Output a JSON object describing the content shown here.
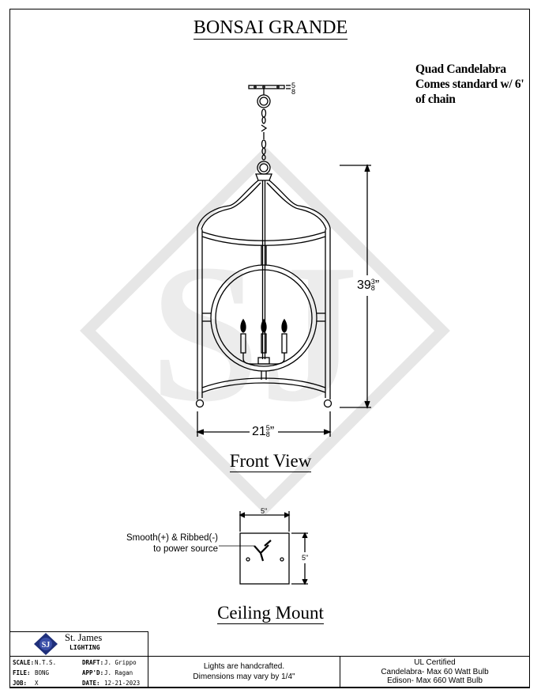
{
  "title": "BONSAI GRANDE",
  "note_lines": [
    "Quad Candelabra",
    "Comes standard w/ 6'",
    "of chain"
  ],
  "front_view": {
    "label": "Front View",
    "height_dim": "39",
    "height_frac_num": "3",
    "height_frac_den": "8",
    "width_dim": "21",
    "width_frac_num": "5",
    "width_frac_den": "8",
    "canopy_frac_num": "5",
    "canopy_frac_den": "8",
    "watermark": "SJ"
  },
  "ceiling_mount": {
    "label": "Ceiling Mount",
    "width_dim": "5\"",
    "height_dim": "5\"",
    "callout_line1": "Smooth(+) & Ribbed(-)",
    "callout_line2": "to power source"
  },
  "title_block": {
    "company_line1": "St. James",
    "company_line2": "LIGHTING",
    "logo_text": "SJ",
    "scale_key": "SCALE:",
    "scale_val": "N.T.S.",
    "draft_key": "DRAFT:",
    "draft_val": "J. Grippo",
    "file_key": "FILE:",
    "file_val": "BONG",
    "appd_key": "APP'D:",
    "appd_val": "J. Ragan",
    "job_key": "JOB:",
    "job_val": "X",
    "date_key": "DATE:",
    "date_val": "12-21-2023",
    "center_line1": "Lights are handcrafted.",
    "center_line2": "Dimensions may vary by 1/4\"",
    "right_line1": "UL Certified",
    "right_line2": "Candelabra- Max 60 Watt Bulb",
    "right_line3": "Edison- Max 660 Watt Bulb"
  },
  "colors": {
    "line": "#000000",
    "watermark": "#e8e8e8",
    "logo": "#1f2f7a"
  }
}
